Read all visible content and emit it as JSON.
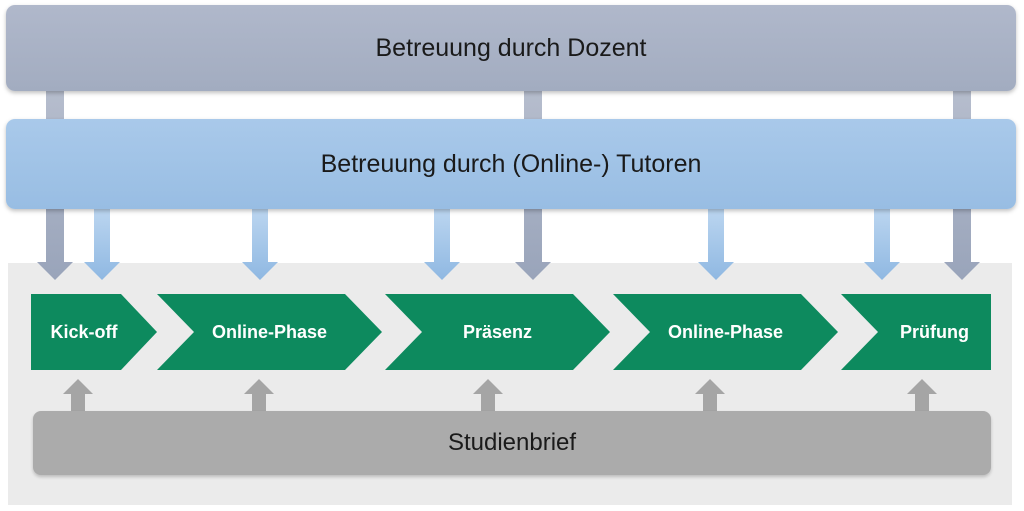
{
  "layers": {
    "dozent": "Betreuung durch Dozent",
    "tutoren": "Betreuung durch (Online-) Tutoren",
    "studienbrief": "Studienbrief"
  },
  "phases": [
    "Kick-off",
    "Online-Phase",
    "Präsenz",
    "Online-Phase",
    "Prüfung"
  ],
  "colors": {
    "dozent_bar": "#a6b0c3",
    "tutoren_bar": "#9dc3e6",
    "phase_green": "#0d8a5e",
    "studienbrief_bar": "#ababab",
    "background_panel": "#ebebeb"
  }
}
